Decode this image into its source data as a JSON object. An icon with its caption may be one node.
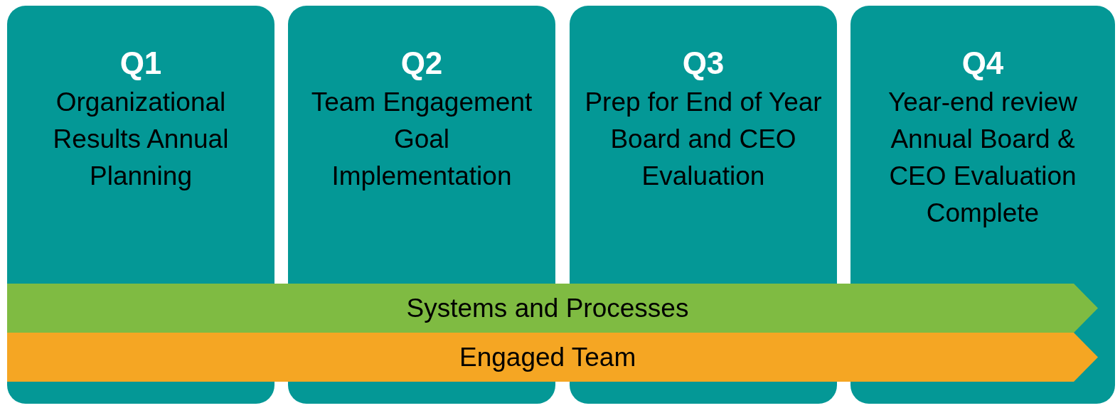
{
  "diagram": {
    "nodes": [
      {
        "text": [
          "Q1",
          "Organizational Results Annual Planning"
        ]
      },
      {
        "text": [
          "Q2",
          "Team Engagement Goal Implementation"
        ]
      },
      {
        "text": [
          "Q3",
          "Prep for End of Year Board and CEO Evaluation"
        ]
      },
      {
        "text": [
          "Q4",
          "Year-end review Annual Board & CEO Evaluation Complete"
        ]
      },
      {
        "text": [
          "Systems and Processes"
        ]
      },
      {
        "text": [
          "Engaged Team"
        ]
      }
    ]
  }
}
